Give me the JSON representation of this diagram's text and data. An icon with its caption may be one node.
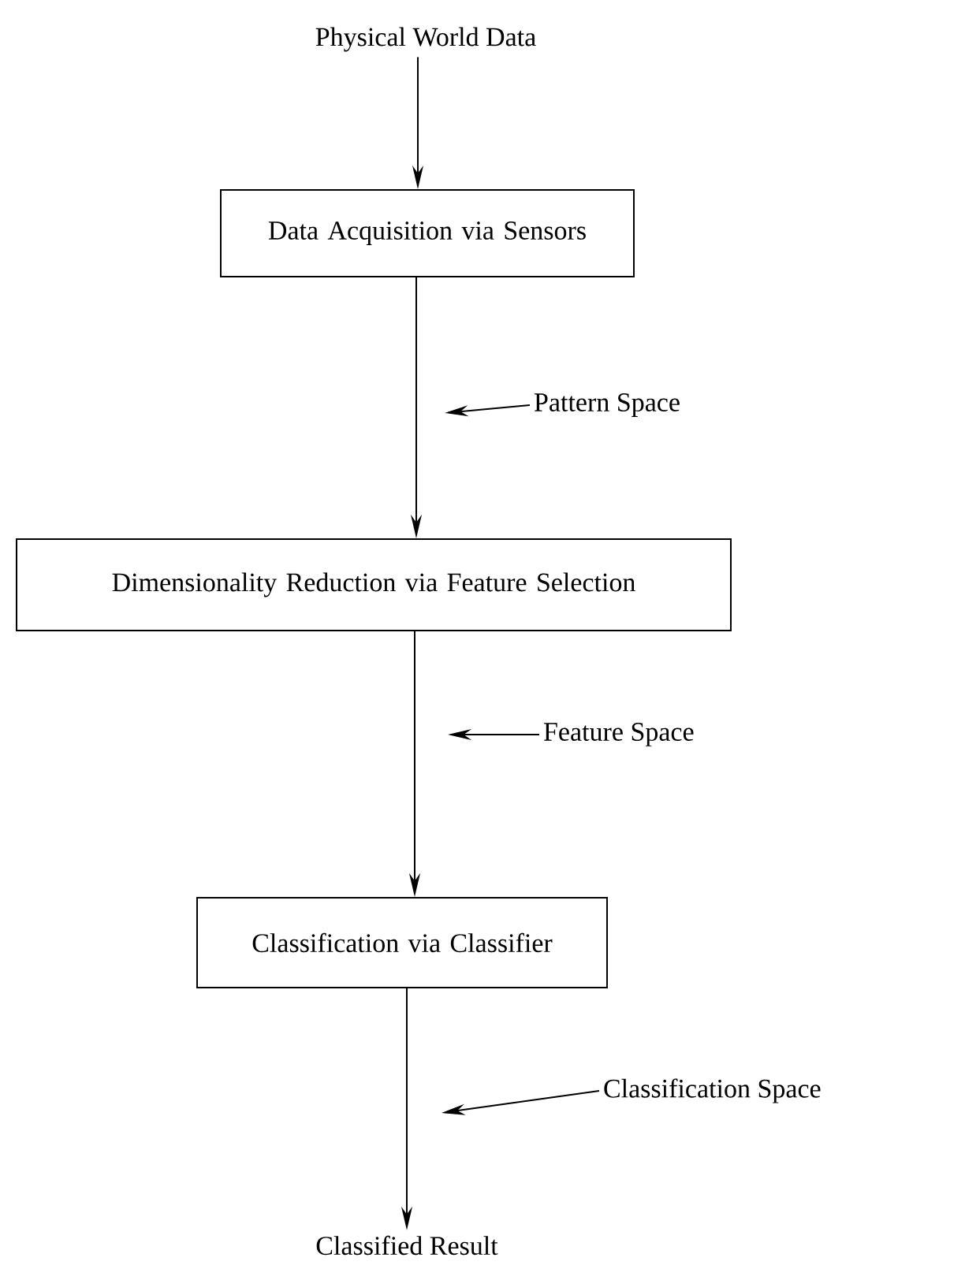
{
  "diagram": {
    "nodes": [
      {
        "text": [
          "Physical World Data"
        ]
      },
      {
        "text": [
          "Data Acquisition via Sensors"
        ]
      },
      {
        "text": [
          "Dimensionality Reduction via Feature Selection"
        ]
      },
      {
        "text": [
          "Classification via Classifier"
        ]
      },
      {
        "text": [
          "Classified Result"
        ]
      },
      {
        "text": [
          "Pattern Space"
        ]
      },
      {
        "text": [
          "Feature Space"
        ]
      },
      {
        "text": [
          "Classification Space"
        ]
      }
    ],
    "edges": [
      {
        "from": 0,
        "to": 1,
        "arrow": "to"
      },
      {
        "from": 1,
        "to": 2,
        "arrow": "to"
      },
      {
        "from": 2,
        "to": 3,
        "arrow": "to"
      },
      {
        "from": 3,
        "to": 4,
        "arrow": "to"
      },
      {
        "from": 5,
        "to": null,
        "arrow": "to"
      },
      {
        "from": 6,
        "to": null,
        "arrow": "to"
      },
      {
        "from": 7,
        "to": null,
        "arrow": "to"
      }
    ]
  }
}
